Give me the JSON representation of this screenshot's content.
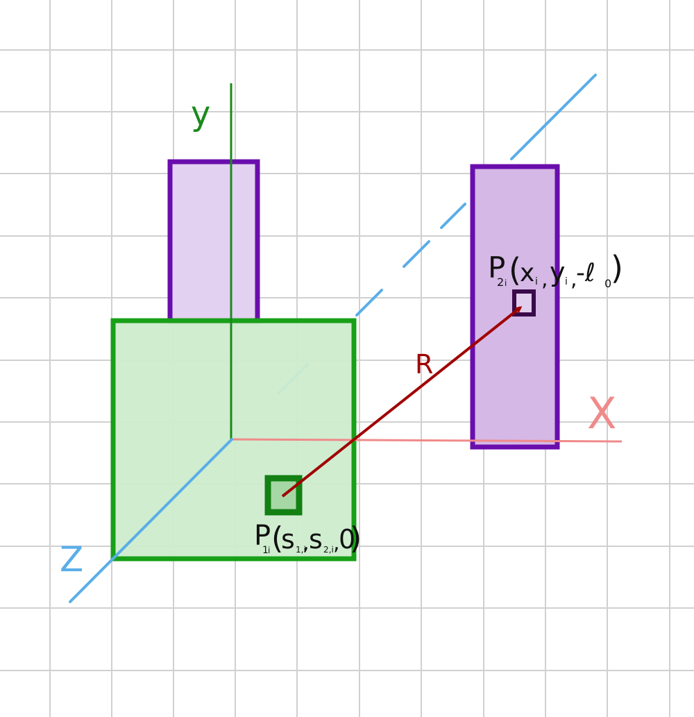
{
  "labels": {
    "y_axis": "y",
    "x_axis": "X",
    "z_axis": "Z",
    "vector": "R",
    "p1": {
      "name": "P",
      "sub": "1",
      "sub2": "i",
      "open": "(",
      "c1": "s",
      "c1sub": "1,i",
      "comma1": ",",
      "c2": "s",
      "c2sub": "2,i",
      "comma2": ",",
      "c3": "0",
      "close": ")"
    },
    "p2": {
      "name": "P",
      "sub": "2",
      "sub2": "i",
      "open": "(",
      "c1": "x",
      "c1sub": "i",
      "comma1": ",",
      "c2": "y",
      "c2sub": "i",
      "comma2": ",",
      "c3": "-ℓ",
      "c3sub": "0",
      "close": ")"
    }
  },
  "colors": {
    "grid": "#d0d0d0",
    "y_axis": "#1a8a1a",
    "x_axis": "#f08a8a",
    "z_axis": "#5aaee8",
    "green_fill": "#cdeccd",
    "green_stroke": "#18a018",
    "small_green_fill": "#a6d8a6",
    "small_green_stroke": "#128012",
    "purple_stroke": "#6a0dad",
    "purple_fill_left": "#e2d1f0",
    "purple_fill_right": "#d5b8e6",
    "point2_stroke": "#3a0a4a",
    "vector": "#a00000",
    "label_dark": "#111111"
  }
}
